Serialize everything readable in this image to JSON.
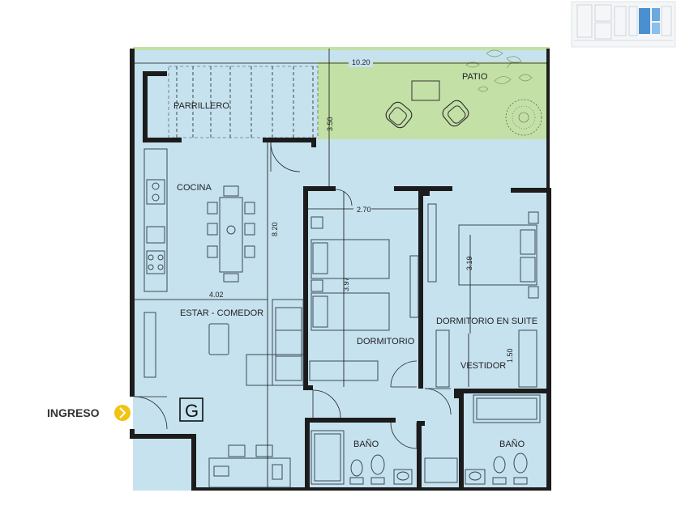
{
  "rooms": {
    "patio": "PATIO",
    "parrillero": "PARRILLERO",
    "cocina": "COCINA",
    "estar": "ESTAR - COMEDOR",
    "dormitorio": "DORMITORIO",
    "suite": "DORMITORIO EN SUITE",
    "vestidor": "VESTIDOR",
    "bano1": "BAÑO",
    "bano2": "BAÑO"
  },
  "dimensions": {
    "total_width": "10.20",
    "patio_depth": "3.50",
    "main_depth": "8.20",
    "estar_width": "4.02",
    "dorm_width": "2.70",
    "dorm_depth": "3.97",
    "suite_depth": "3.19",
    "vestidor_depth": "1.50"
  },
  "entrance_label": "INGRESO",
  "garage_mark": "G",
  "colors": {
    "interior": "#c6e2ef",
    "patio": "#c3e0a6",
    "wall": "#1c1c1c",
    "entrance_arrow": "#f2c313"
  },
  "icons": [
    "arrow-right-icon",
    "keyplan-icon",
    "tree-icon",
    "armchair-icon"
  ]
}
